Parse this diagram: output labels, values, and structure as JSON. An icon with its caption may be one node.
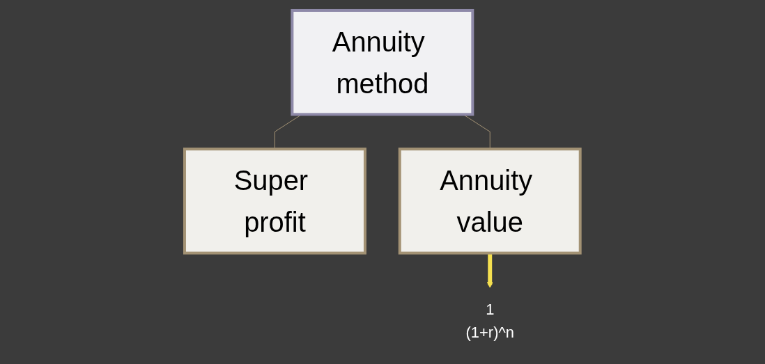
{
  "diagram": {
    "nodes": [
      {
        "text": [
          "Annuity method"
        ]
      },
      {
        "text": [
          "Super profit"
        ]
      },
      {
        "text": [
          "Annuity value"
        ]
      },
      {
        "text": [
          "1",
          "(1+r)^n"
        ]
      }
    ],
    "edges": [
      {
        "from": 0,
        "to": 1,
        "arrow": "none"
      },
      {
        "from": 0,
        "to": 2,
        "arrow": "none"
      },
      {
        "from": 2,
        "to": 3,
        "arrow": "to",
        "style": "thick",
        "color": "#f5e050"
      }
    ]
  }
}
